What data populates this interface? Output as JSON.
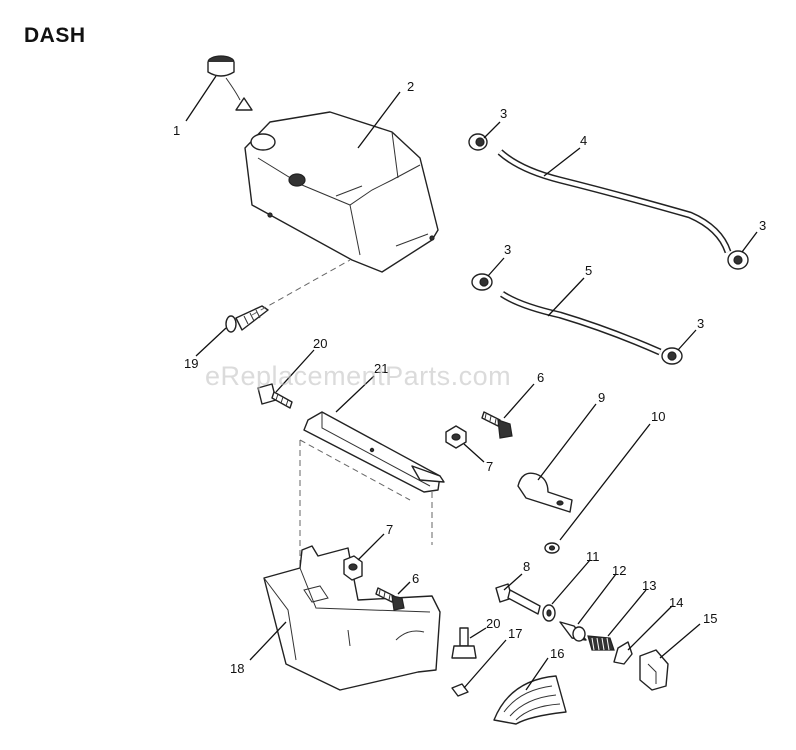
{
  "title": "DASH",
  "watermark": "eReplacementParts.com",
  "callouts": [
    {
      "id": "c1",
      "label": "1"
    },
    {
      "id": "c2",
      "label": "2"
    },
    {
      "id": "c3a",
      "label": "3"
    },
    {
      "id": "c4",
      "label": "4"
    },
    {
      "id": "c3b",
      "label": "3"
    },
    {
      "id": "c3c",
      "label": "3"
    },
    {
      "id": "c5",
      "label": "5"
    },
    {
      "id": "c3d",
      "label": "3"
    },
    {
      "id": "c19",
      "label": "19"
    },
    {
      "id": "c20a",
      "label": "20"
    },
    {
      "id": "c21",
      "label": "21"
    },
    {
      "id": "c6a",
      "label": "6"
    },
    {
      "id": "c9",
      "label": "9"
    },
    {
      "id": "c10",
      "label": "10"
    },
    {
      "id": "c7a",
      "label": "7"
    },
    {
      "id": "c7b",
      "label": "7"
    },
    {
      "id": "c6b",
      "label": "6"
    },
    {
      "id": "c8",
      "label": "8"
    },
    {
      "id": "c11",
      "label": "11"
    },
    {
      "id": "c12",
      "label": "12"
    },
    {
      "id": "c13",
      "label": "13"
    },
    {
      "id": "c14",
      "label": "14"
    },
    {
      "id": "c15",
      "label": "15"
    },
    {
      "id": "c18",
      "label": "18"
    },
    {
      "id": "c20b",
      "label": "20"
    },
    {
      "id": "c17",
      "label": "17"
    },
    {
      "id": "c16",
      "label": "16"
    }
  ]
}
